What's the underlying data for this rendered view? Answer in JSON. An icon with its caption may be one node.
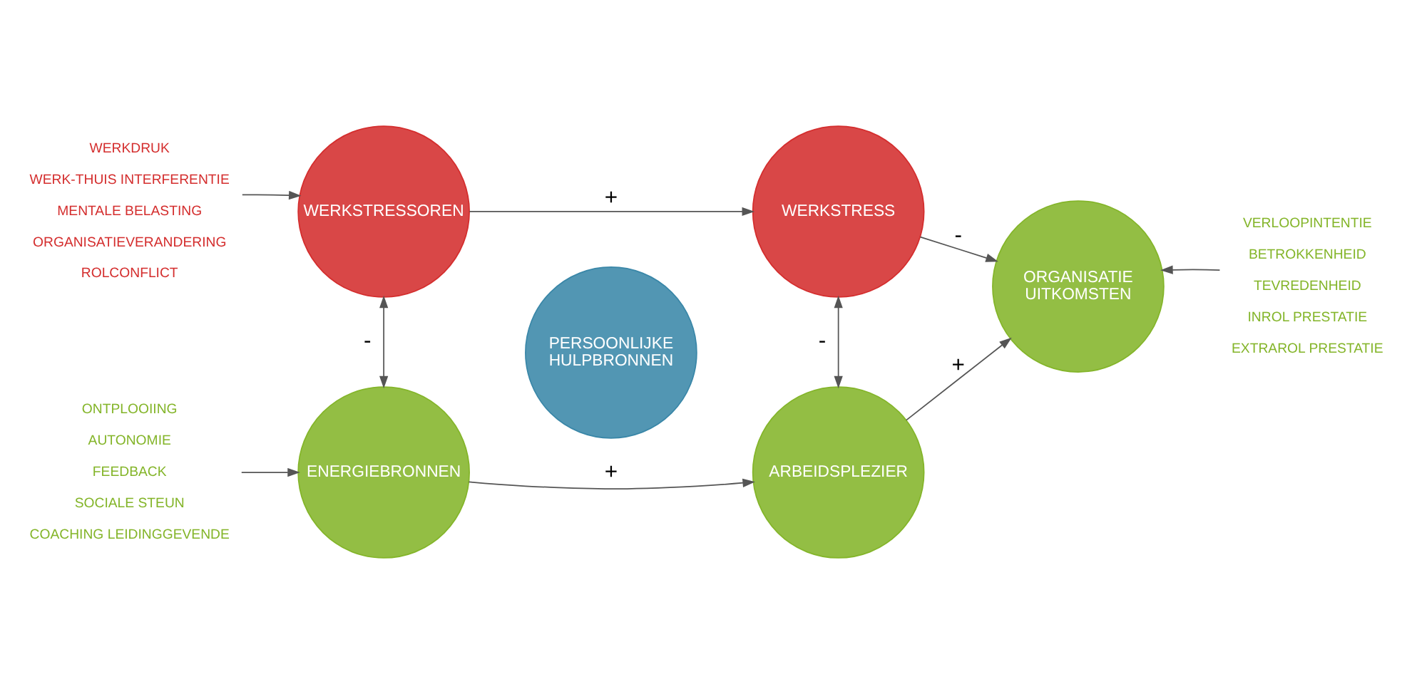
{
  "diagram": {
    "nodes": [
      {
        "text": [
          "WERKSTRESSOREN"
        ]
      },
      {
        "text": [
          "WERKSTRESS"
        ]
      },
      {
        "text": [
          "PERSOONLIJKE HULPBRONNEN"
        ]
      },
      {
        "text": [
          "ORGANISATIE UITKOMSTEN"
        ]
      },
      {
        "text": [
          "ENERGIEBRONNEN"
        ]
      },
      {
        "text": [
          "ARBEIDSPLEZIER"
        ]
      },
      {
        "text": [
          "WERKDRUK",
          "WERK-THUIS INTERFERENTIE",
          "MENTALE BELASTING",
          "ORGANISATIEVERANDERING",
          "ROLCONFLICT"
        ]
      },
      {
        "text": [
          "VERLOOPINTENTIE",
          "BETROKKENHEID",
          "TEVREDENHEID",
          "INROL PRESTATIE",
          "EXTRAROL PRESTATIE"
        ]
      },
      {
        "text": [
          "ONTPLOOIING",
          "AUTONOMIE",
          "FEEDBACK",
          "SOCIALE STEUN",
          "COACHING LEIDINGGEVENDE"
        ]
      }
    ],
    "edges": [
      {
        "from": 0,
        "to": 1,
        "arrow": "to",
        "label": "+"
      },
      {
        "from": 1,
        "to": 3,
        "arrow": "to",
        "label": "-"
      },
      {
        "from": 0,
        "to": 4,
        "arrow": "both",
        "label": "-"
      },
      {
        "from": 1,
        "to": 5,
        "arrow": "both",
        "label": "-"
      },
      {
        "from": 4,
        "to": 5,
        "arrow": "to",
        "label": "+"
      },
      {
        "from": 5,
        "to": 3,
        "arrow": "to",
        "label": "+"
      },
      {
        "from": 6,
        "to": 0,
        "arrow": "to"
      },
      {
        "from": 7,
        "to": 3,
        "arrow": "to"
      },
      {
        "from": 8,
        "to": 4,
        "arrow": "to"
      }
    ]
  }
}
